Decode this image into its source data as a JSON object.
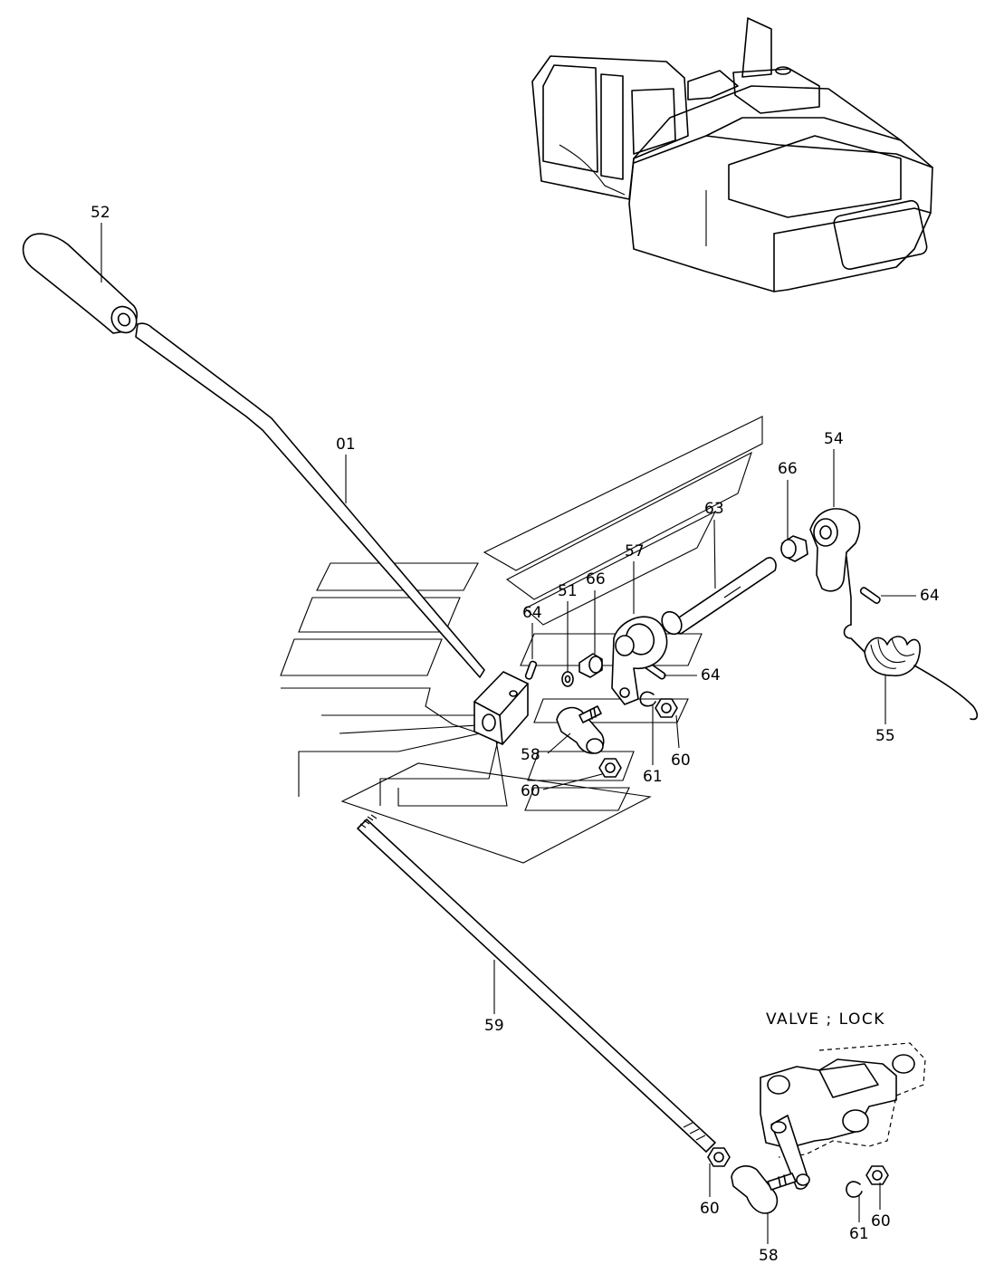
{
  "diagram": {
    "inset_label": "VALVE ; LOCK",
    "callouts": [
      {
        "id": "c52",
        "text": "52"
      },
      {
        "id": "c01",
        "text": "01"
      },
      {
        "id": "c66a",
        "text": "66"
      },
      {
        "id": "c54",
        "text": "54"
      },
      {
        "id": "c63",
        "text": "63"
      },
      {
        "id": "c57",
        "text": "57"
      },
      {
        "id": "c66b",
        "text": "66"
      },
      {
        "id": "c51",
        "text": "51"
      },
      {
        "id": "c64a",
        "text": "64"
      },
      {
        "id": "c64b",
        "text": "64"
      },
      {
        "id": "c64c",
        "text": "64"
      },
      {
        "id": "c55",
        "text": "55"
      },
      {
        "id": "c58a",
        "text": "58"
      },
      {
        "id": "c61a",
        "text": "61"
      },
      {
        "id": "c60a",
        "text": "60"
      },
      {
        "id": "c60b",
        "text": "60"
      },
      {
        "id": "c59",
        "text": "59"
      },
      {
        "id": "c60c",
        "text": "60"
      },
      {
        "id": "c58b",
        "text": "58"
      },
      {
        "id": "c61b",
        "text": "61"
      },
      {
        "id": "c60d",
        "text": "60"
      }
    ]
  }
}
